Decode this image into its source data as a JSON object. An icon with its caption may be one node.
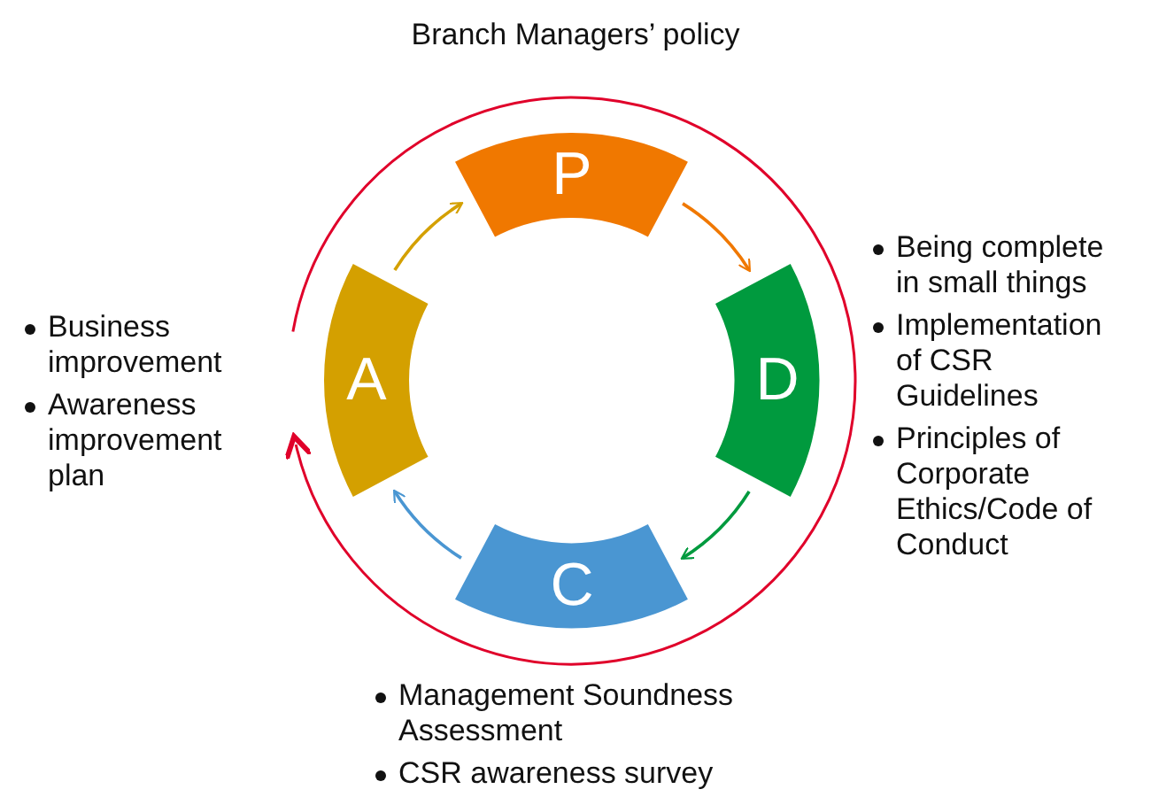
{
  "diagram": {
    "title": "Branch Managers’ policy",
    "nodes": [
      {
        "text": [
          "P"
        ]
      },
      {
        "text": [
          "D"
        ],
        "beside": [
          "Being complete in small things",
          "Implementation of CSR Guidelines",
          "Principles of Corporate Ethics/Code of Conduct"
        ]
      },
      {
        "text": [
          "C"
        ],
        "beside": [
          "Management Soundness Assessment",
          "CSR awareness survey"
        ]
      },
      {
        "text": [
          "A"
        ],
        "beside": [
          "Business improvement",
          "Awareness improvement plan"
        ]
      }
    ],
    "edges": [
      {
        "from": 3,
        "to": 0,
        "arrow": "to",
        "color": "#d4a000"
      },
      {
        "from": 0,
        "to": 1,
        "arrow": "to",
        "color": "#f07800"
      },
      {
        "from": 1,
        "to": 2,
        "arrow": "to",
        "color": "#009a3e"
      },
      {
        "from": 2,
        "to": 3,
        "arrow": "to",
        "color": "#4a96d2"
      }
    ]
  }
}
